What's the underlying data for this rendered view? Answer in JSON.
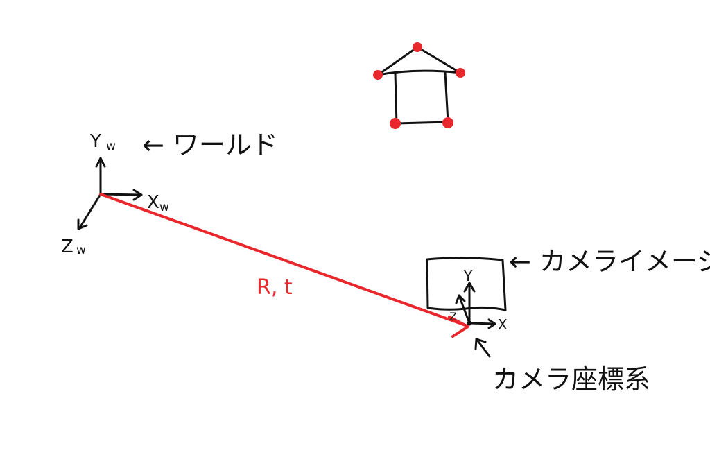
{
  "world": {
    "y_label": "Y",
    "y_sub": "w",
    "x_label": "X",
    "x_sub": "w",
    "z_label": "Z",
    "z_sub": "w",
    "name": "← ワールド"
  },
  "transform": {
    "label": "R, t"
  },
  "image_plane": {
    "name": "← カメライメージャ",
    "y_label": "Y",
    "x_label": "X",
    "z_label": "Z"
  },
  "camera": {
    "name": "カメラ座標系"
  },
  "colors": {
    "ink": "#111111",
    "red": "#e8282d",
    "point": "#e8282d"
  }
}
